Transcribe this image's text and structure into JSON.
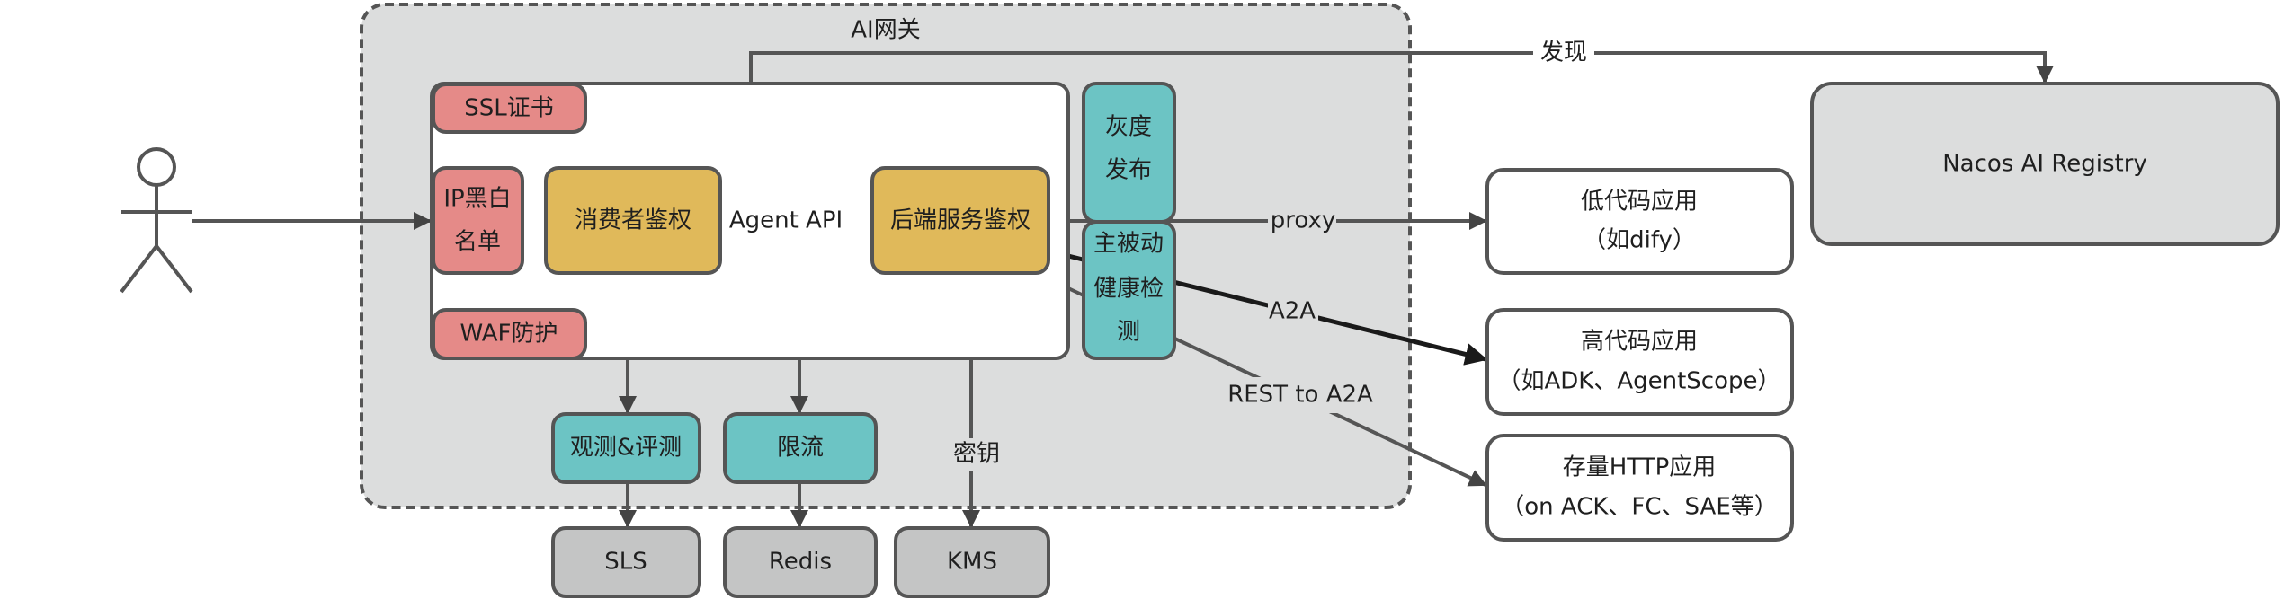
{
  "gateway": {
    "title": "AI网关",
    "agent_api": "Agent API",
    "ssl": "SSL证书",
    "ip_list": [
      "IP黑白",
      "名单"
    ],
    "waf": "WAF防护",
    "consumer_auth": "消费者鉴权",
    "backend_auth": "后端服务鉴权",
    "gray_release": [
      "灰度",
      "发布"
    ],
    "health_check": [
      "主被动",
      "健康检",
      "测"
    ],
    "observe": "观测&评测",
    "rate_limit": "限流",
    "secret": "密钥"
  },
  "storage": {
    "sls": "SLS",
    "redis": "Redis",
    "kms": "KMS"
  },
  "registry": {
    "name": "Nacos AI Registry",
    "discover": "发现"
  },
  "edges": {
    "proxy": "proxy",
    "a2a": "A2A",
    "rest": "REST to A2A"
  },
  "apps": [
    {
      "title": "低代码应用",
      "subtitle": "（如dify）"
    },
    {
      "title": "高代码应用",
      "subtitle": "（如ADK、AgentScope）"
    },
    {
      "title": "存量HTTP应用",
      "subtitle": "（on ACK、FC、SAE等）"
    }
  ],
  "colors": {
    "red": "#e58a88",
    "yellow": "#e0b95a",
    "teal": "#6cc4c4",
    "gray": "#c4c5c5",
    "gateway_bg": "#dcdddd"
  }
}
